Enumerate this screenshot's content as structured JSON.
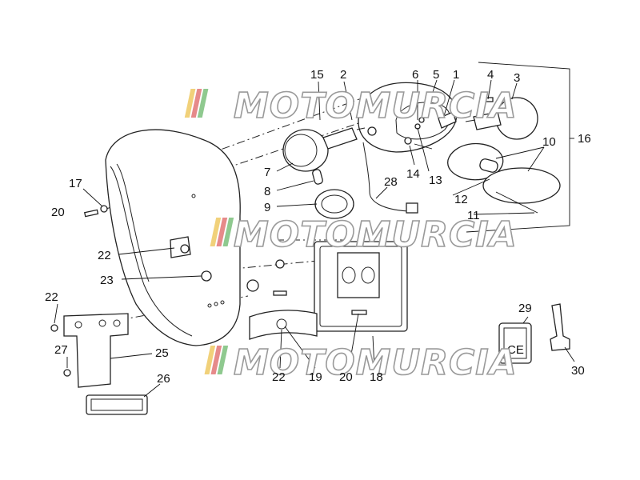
{
  "watermark": {
    "text": "MOTOMURCIA",
    "stripe_colors": [
      "#f1d17a",
      "#e68a8a",
      "#8fc98f"
    ]
  },
  "labels": {
    "l1": "1",
    "l2": "2",
    "l3": "3",
    "l4": "4",
    "l5": "5",
    "l6": "6",
    "l7": "7",
    "l8": "8",
    "l9": "9",
    "l10": "10",
    "l11": "11",
    "l12": "12",
    "l13": "13",
    "l14": "14",
    "l15": "15",
    "l16": "16",
    "l17": "17",
    "l18": "18",
    "l19": "19",
    "l20a": "20",
    "l20b": "20",
    "l22a": "22",
    "l22b": "22",
    "l22c": "22",
    "l23": "23",
    "l25": "25",
    "l26": "26",
    "l27": "27",
    "l28": "28",
    "l29": "29",
    "l30": "30"
  },
  "reflector_mark": "CE"
}
